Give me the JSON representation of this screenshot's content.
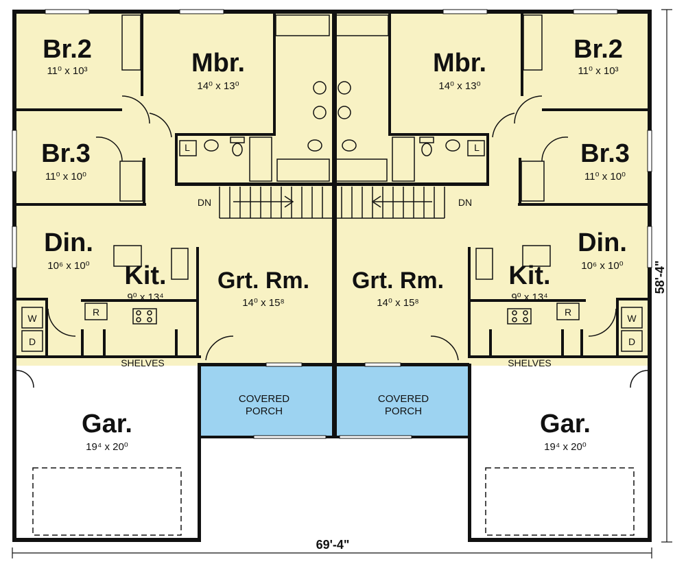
{
  "colors": {
    "living": "#f8f2c4",
    "garage": "#ffffff",
    "porch": "#9dd3f1",
    "wall": "#111111"
  },
  "overall": {
    "width": "69'-4\"",
    "depth": "58'-4\""
  },
  "left": {
    "br2": {
      "name": "Br.2",
      "size": "11⁰ x 10³"
    },
    "mbr": {
      "name": "Mbr.",
      "size": "14⁰ x 13⁰"
    },
    "br3": {
      "name": "Br.3",
      "size": "11⁰ x 10⁰"
    },
    "din": {
      "name": "Din.",
      "size": "10⁶ x 10⁰"
    },
    "kit": {
      "name": "Kit.",
      "size": "9⁰ x 13⁴"
    },
    "grt": {
      "name": "Grt. Rm.",
      "size": "14⁰ x 15⁸"
    },
    "gar": {
      "name": "Gar.",
      "size": "19⁴ x 20⁰"
    },
    "porch": {
      "line1": "COVERED",
      "line2": "PORCH"
    },
    "shelves": "SHELVES",
    "dn": "DN",
    "fixtures": {
      "laundry": "L",
      "washer": "W",
      "dryer": "D",
      "fridge": "R"
    }
  },
  "right": {
    "br2": {
      "name": "Br.2",
      "size": "11⁰ x 10³"
    },
    "mbr": {
      "name": "Mbr.",
      "size": "14⁰ x 13⁰"
    },
    "br3": {
      "name": "Br.3",
      "size": "11⁰ x 10⁰"
    },
    "din": {
      "name": "Din.",
      "size": "10⁶ x 10⁰"
    },
    "kit": {
      "name": "Kit.",
      "size": "9⁰ x 13⁴"
    },
    "grt": {
      "name": "Grt. Rm.",
      "size": "14⁰ x 15⁸"
    },
    "gar": {
      "name": "Gar.",
      "size": "19⁴ x 20⁰"
    },
    "porch": {
      "line1": "COVERED",
      "line2": "PORCH"
    },
    "shelves": "SHELVES",
    "dn": "DN",
    "fixtures": {
      "laundry": "L",
      "washer": "W",
      "dryer": "D",
      "fridge": "R"
    }
  }
}
